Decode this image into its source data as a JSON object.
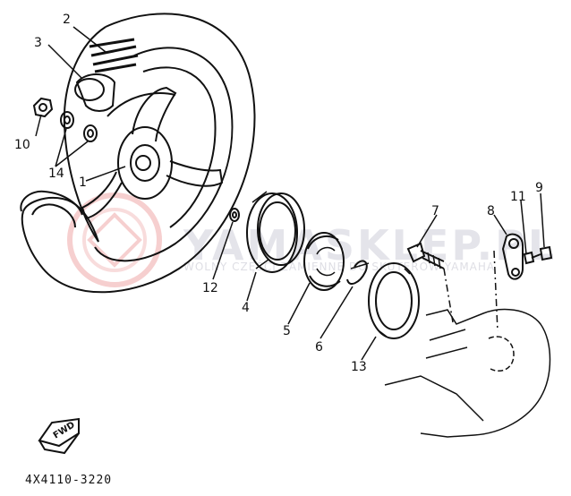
{
  "diagram": {
    "part_code": "4X4110-3220",
    "direction_label": "FWD",
    "watermark": {
      "main": "YAMASKLEP.PL",
      "sub": "WOLNY CZĘŚCI ZAMIENNE DO SKUTERÓW YAMAHA"
    },
    "callouts": [
      "1",
      "2",
      "3",
      "4",
      "5",
      "6",
      "7",
      "8",
      "9",
      "10",
      "11",
      "12",
      "13",
      "14"
    ]
  },
  "colors": {
    "line": "#111111",
    "watermark_text": "#e8e8ee",
    "watermark_logo": "#f4c6c6",
    "background": "#ffffff"
  }
}
